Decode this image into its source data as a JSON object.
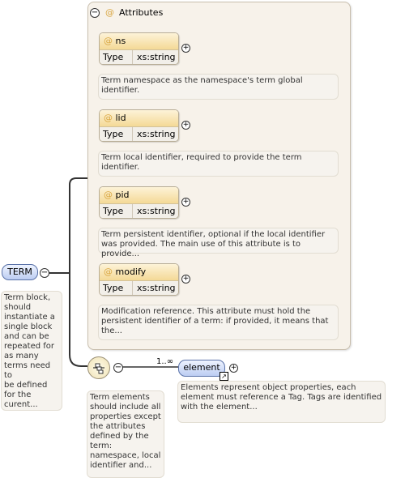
{
  "attributes_group": {
    "symbol": "@",
    "label": "Attributes",
    "collapse_symbol": "−"
  },
  "attributes": [
    {
      "name": "ns",
      "type_key": "Type",
      "type_value": "xs:string",
      "description_lines": [
        "Term namespace as the namespace's term global",
        "identifier."
      ]
    },
    {
      "name": "lid",
      "type_key": "Type",
      "type_value": "xs:string",
      "description_lines": [
        "Term local identifier, required to provide the term",
        "identifier."
      ]
    },
    {
      "name": "pid",
      "type_key": "Type",
      "type_value": "xs:string",
      "description_lines": [
        "Term persistent identifier, optional if the local identifier",
        "was provided. The main use of this attribute is to provide..."
      ]
    },
    {
      "name": "modify",
      "type_key": "Type",
      "type_value": "xs:string",
      "description_lines": [
        "Modification reference. This attribute must hold the",
        "persistent identifier of a term: if provided, it means that",
        "the..."
      ]
    }
  ],
  "term": {
    "label": "TERM",
    "description_lines": [
      "Term block,",
      "should",
      "instantiate a",
      "single block",
      "and can be",
      "repeated for",
      "as many",
      "terms need to",
      "be defined",
      "for the",
      "curent..."
    ]
  },
  "sequence": {
    "description_lines": [
      "Term elements",
      "should include all",
      "properties except",
      "the attributes",
      "defined by the",
      "term:",
      "namespace, local",
      "identifier and..."
    ]
  },
  "element": {
    "label": "element",
    "cardinality": "1..∞",
    "description_lines": [
      "Elements represent object properties, each",
      "element must reference a Tag. Tags are identified",
      "with the element..."
    ]
  },
  "symbols": {
    "plus": "+",
    "minus": "−"
  }
}
